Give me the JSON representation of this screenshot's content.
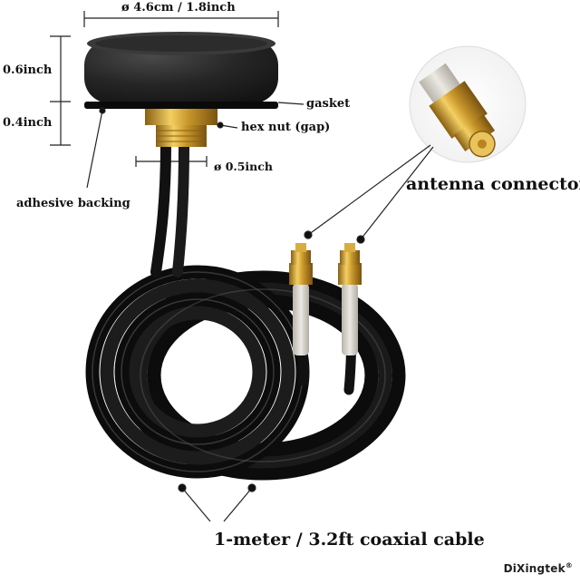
{
  "labels": {
    "diameter_top": "ø 4.6cm / 1.8inch",
    "height_top": "0.6inch",
    "height_bottom": "0.4inch",
    "gasket": "gasket",
    "hex_nut": "hex nut (gap)",
    "diameter_thread": "ø 0.5inch",
    "adhesive": "adhesive backing",
    "connector": "antenna connector",
    "cable": "1-meter / 3.2ft coaxial cable"
  },
  "brand": "DiXingtek",
  "trademark": "®",
  "colors": {
    "antenna_body": "#1e1e1e",
    "cable": "#141414",
    "gold": "#c8962a",
    "sleeve": "#d9d6cf",
    "line": "#222222"
  }
}
